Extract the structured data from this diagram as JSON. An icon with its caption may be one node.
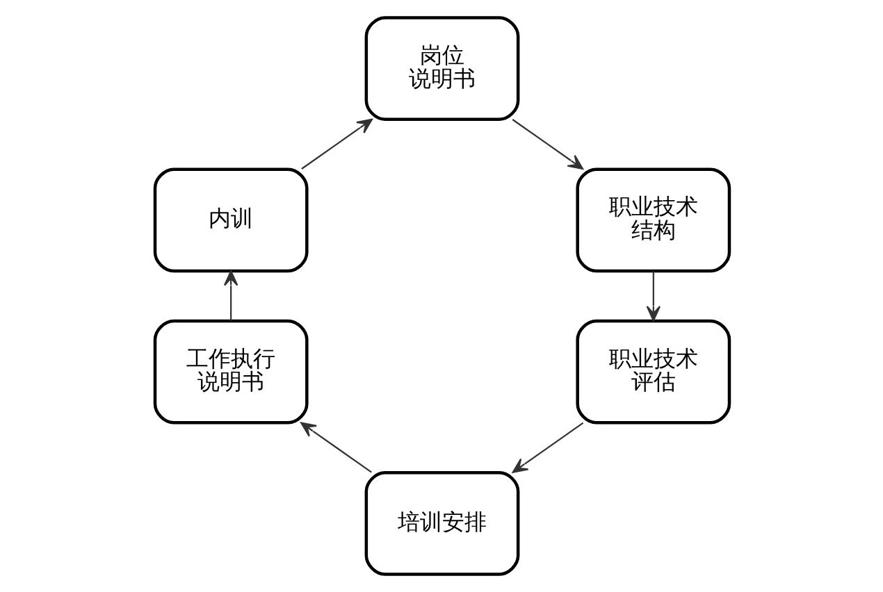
{
  "diagram": {
    "nodes": [
      {
        "text": [
          "岗位",
          "说明书"
        ]
      },
      {
        "text": [
          "职业技术结构"
        ]
      },
      {
        "text": [
          "职业技术评估"
        ]
      },
      {
        "text": [
          "培训安排"
        ]
      },
      {
        "text": [
          "工作执行说明书"
        ]
      },
      {
        "text": [
          "内训"
        ]
      }
    ],
    "edges": [
      {
        "from": 0,
        "to": 1,
        "arrow": "to"
      },
      {
        "from": 1,
        "to": 2,
        "arrow": "to"
      },
      {
        "from": 2,
        "to": 3,
        "arrow": "to"
      },
      {
        "from": 3,
        "to": 4,
        "arrow": "to"
      },
      {
        "from": 4,
        "to": 5,
        "arrow": "to"
      },
      {
        "from": 5,
        "to": 0,
        "arrow": "to"
      }
    ]
  }
}
